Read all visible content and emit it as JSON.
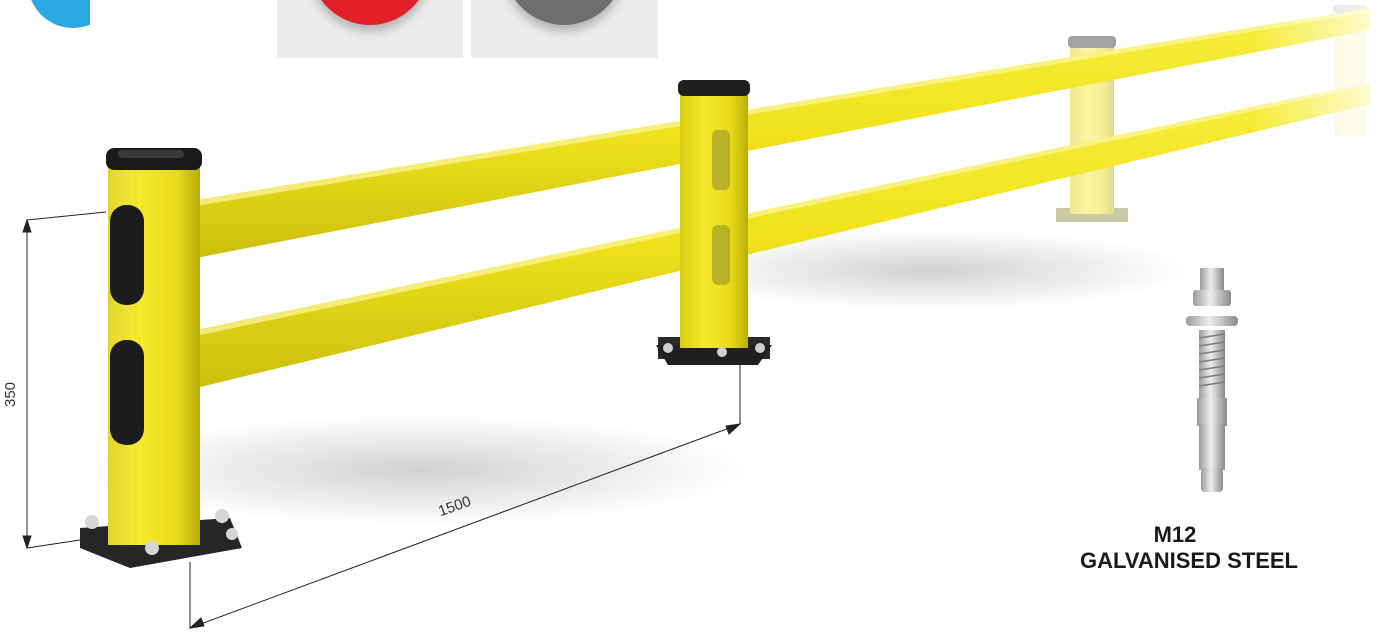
{
  "swatches": [
    {
      "color_name": "blue",
      "hex": "#29a9e0"
    },
    {
      "color_name": "red",
      "hex": "#e3202a"
    },
    {
      "color_name": "grey",
      "hex": "#6e6e6e"
    }
  ],
  "colors": {
    "barrier_yellow": "#f2e51a",
    "barrier_shade": "#c9bd10",
    "cap_black": "#1f1f1f",
    "dimension_line": "#222222"
  },
  "dimensions": {
    "height": "350",
    "length": "1500"
  },
  "anchor": {
    "line1": "M12",
    "line2": "GALVANISED STEEL"
  }
}
